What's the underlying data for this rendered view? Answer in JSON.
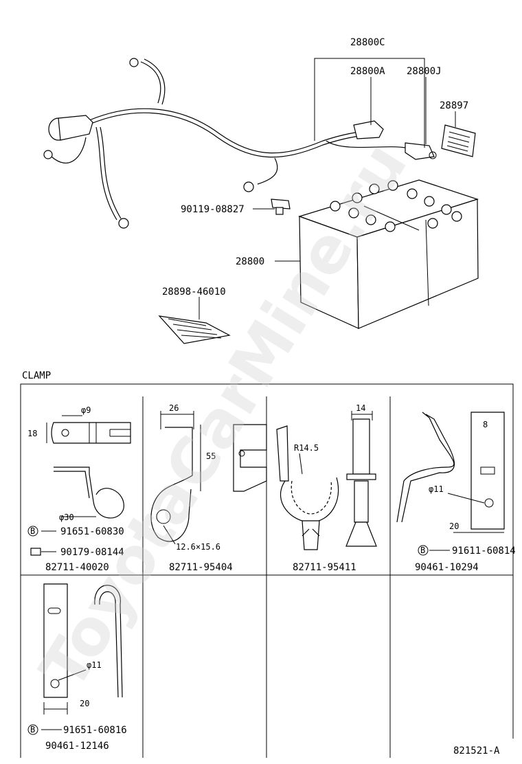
{
  "watermark": "ToyotaCarMine.ru",
  "top": {
    "callouts": {
      "harness_main": "28800C",
      "terminal_a": "28800A",
      "terminal_j": "28800J",
      "label_plate": "28897",
      "bolt": "90119-08827",
      "battery": "28800",
      "sticker": "28898-46010"
    }
  },
  "clamp": {
    "title": "CLAMP",
    "cells": [
      {
        "dims": [
          "φ9",
          "18",
          "φ30"
        ],
        "callouts": [
          "91651-60830",
          "90179-08144"
        ],
        "part": "82711-40020",
        "marker": "B"
      },
      {
        "dims": [
          "26",
          "55",
          "12.6×15.6"
        ],
        "part": "82711-95404"
      },
      {
        "dims": [
          "14",
          "R14.5"
        ],
        "part": "82711-95411"
      },
      {
        "dims": [
          "φ11",
          "20",
          "8"
        ],
        "callouts": [
          "91611-60814"
        ],
        "part": "90461-10294",
        "marker": "B"
      },
      {
        "dims": [
          "φ11",
          "20"
        ],
        "callouts": [
          "91651-60816"
        ],
        "part": "90461-12146",
        "marker": "B"
      }
    ]
  },
  "figure_id": "821521-A"
}
